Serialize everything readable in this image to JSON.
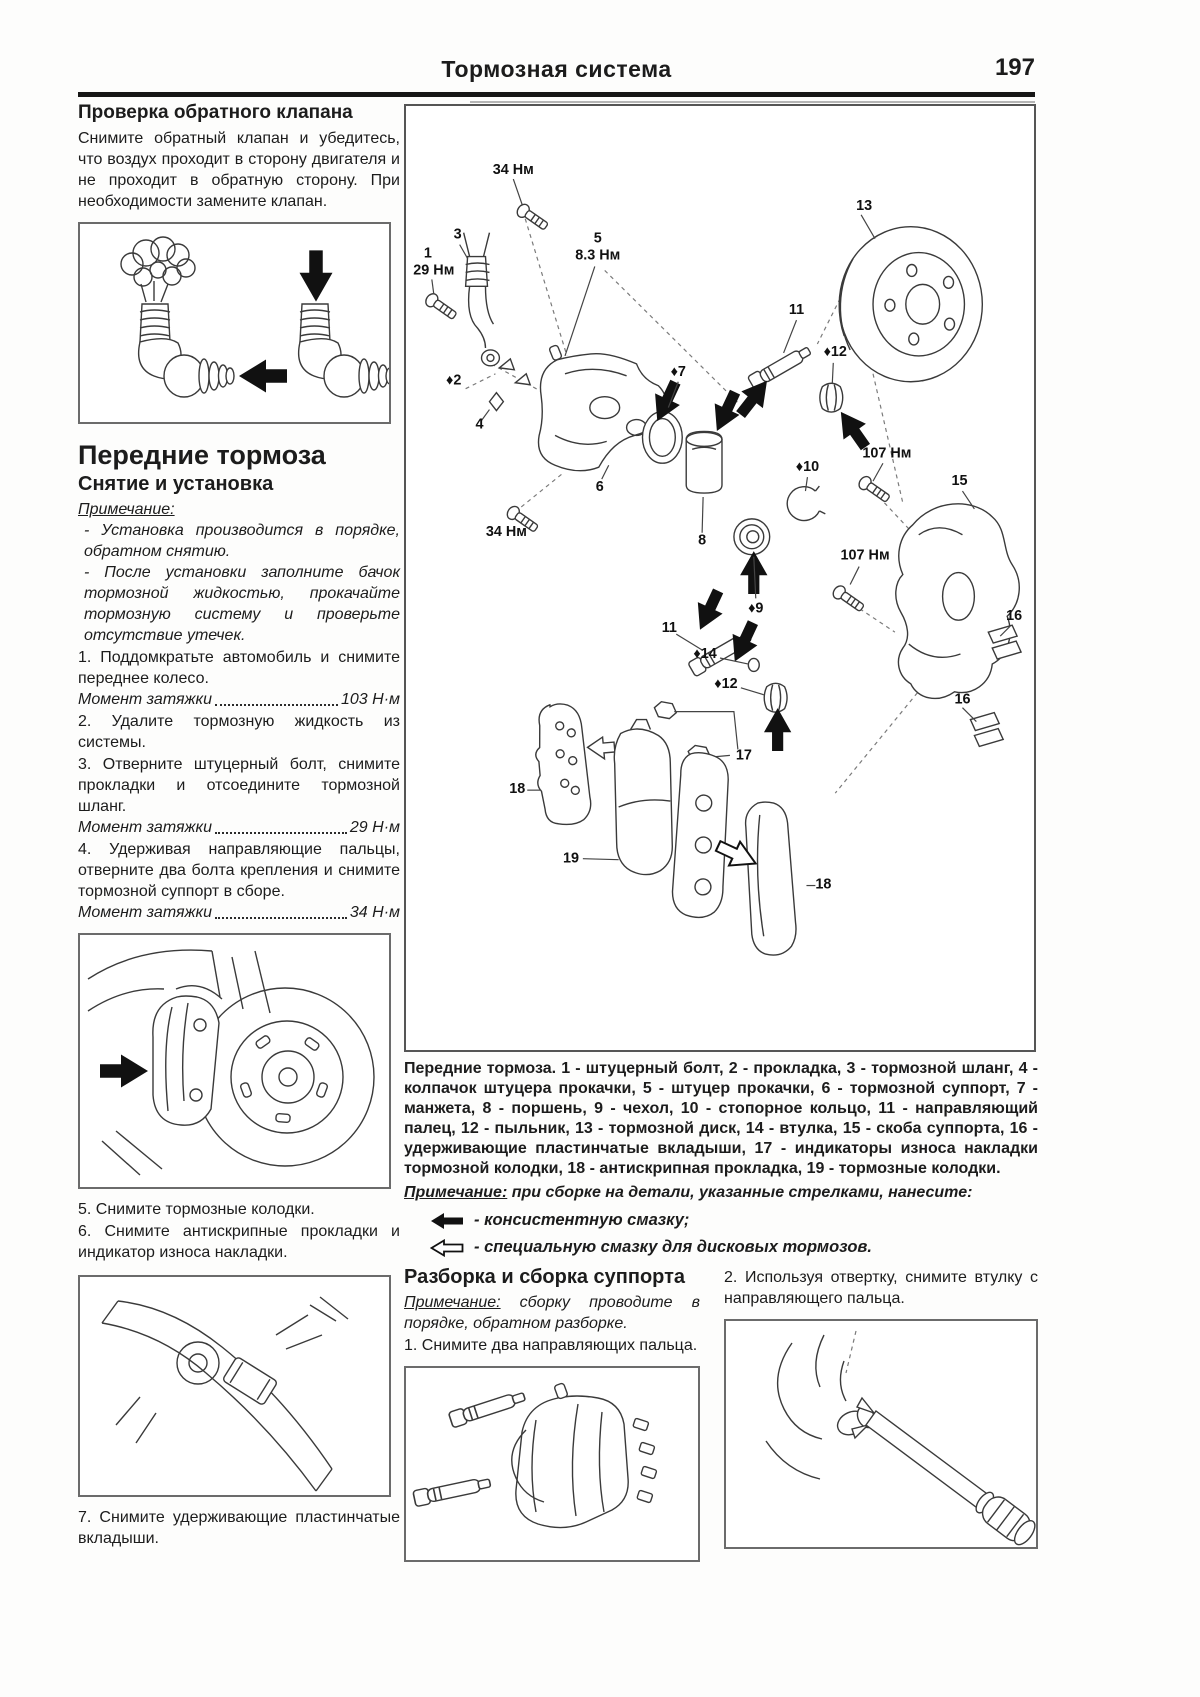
{
  "colors": {
    "ink": "#1c1c1c",
    "paper": "#ffffff"
  },
  "header": {
    "title": "Тормозная система",
    "page_number": "197"
  },
  "left": {
    "check_valve_title": "Проверка обратного клапана",
    "check_valve_body": "Снимите обратный клапан и убедитесь, что воздух проходит в сторону двигателя и не проходит в обратную сторону. При необходимости замените клапан.",
    "front_title": "Передние тормоза",
    "front_subtitle": "Снятие и установка",
    "note_label": "Примечание:",
    "note1": "- Установка производится в порядке, обратном снятию.",
    "note2": "- После установки заполните бачок тормозной жидкостью, прокачайте тормозную систему и проверьте отсутствие утечек.",
    "step1": "1. Поддомкратьте автомобиль и снимите переднее колесо.",
    "torque1": {
      "label": "Момент затяжки",
      "value": "103 Н·м"
    },
    "step2": "2. Удалите тормозную жидкость из системы.",
    "step3": "3. Отверните штуцерный болт, снимите прокладки и отсоедините тормозной шланг.",
    "torque2": {
      "label": "Момент затяжки",
      "value": "29 Н·м"
    },
    "step4": "4. Удерживая направляющие пальцы, отверните два болта крепления и снимите тормозной суппорт в сборе.",
    "torque3": {
      "label": "Момент затяжки",
      "value": "34 Н·м"
    },
    "step5": "5. Снимите тормозные колодки.",
    "step6": "6. Снимите антискрипные прокладки и индикатор износа накладки.",
    "step7": "7. Снимите удерживающие пластинчатые вкладыши."
  },
  "diagram": {
    "labels": [
      "34 Нм",
      "13",
      "3",
      "5",
      "8.3 Нм",
      "1",
      "29 Нм",
      "11",
      "♦12",
      "♦7",
      "♦2",
      "4",
      "♦10",
      "107 Нм",
      "15",
      "6",
      "34 Нм",
      "8",
      "107 Нм",
      "♦9",
      "16",
      "11",
      "♦14",
      "♦12",
      "16",
      "17",
      "18",
      "19",
      "18"
    ],
    "caption": "Передние тормоза. 1 - штуцерный болт, 2 - прокладка, 3 - тормозной шланг, 4 - колпачок штуцера прокачки, 5 - штуцер прокачки, 6 - тормозной суппорт, 7 - манжета, 8 - поршень, 9 - чехол, 10 - стопорное кольцо, 11 - направляющий палец, 12 - пыльник, 13 - тормозной диск, 14 - втулка, 15 - скоба суппорта, 16 - удерживающие пластинчатые вкладыши, 17 - индикаторы износа накладки тормозной колодки, 18 - антискрипная прокладка, 19 - тормозные колодки.",
    "note_label": "Примечание:",
    "note_text": " при сборке на детали, указанные стрелками, нанесите:",
    "legend": [
      {
        "icon": "solid-left-arrow-icon",
        "text": "- консистентную смазку;"
      },
      {
        "icon": "outline-left-arrow-icon",
        "text": "- специальную смазку для дисковых тормозов."
      }
    ]
  },
  "bottom": {
    "disasm_title": "Разборка и сборка суппорта",
    "note_label": "Примечание:",
    "note_text": " сборку проводите в порядке, обратном разборке.",
    "step1": "1. Снимите два направляющих пальца.",
    "step2": "2. Используя отвертку, снимите втулку с направляющего пальца."
  }
}
